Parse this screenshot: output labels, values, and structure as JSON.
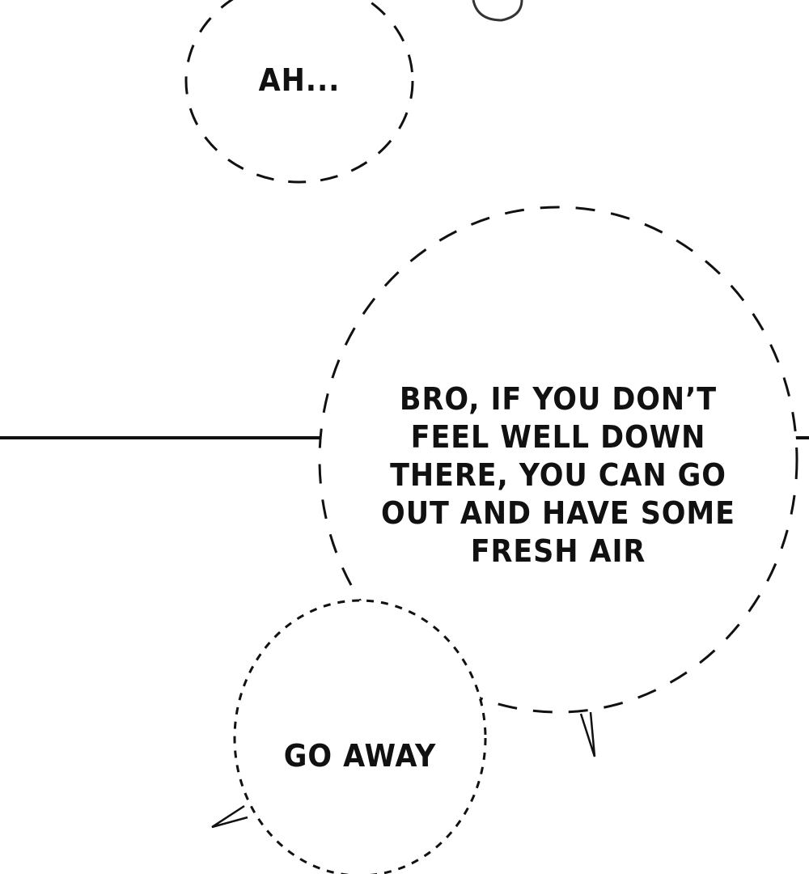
{
  "bubbles": {
    "top": {
      "text": "AH..."
    },
    "middle": {
      "lines": [
        "BRO, IF YOU DON’T",
        "FEEL WELL DOWN",
        "THERE, YOU CAN GO",
        "OUT AND HAVE SOME",
        "FRESH AIR"
      ]
    },
    "bottom": {
      "text": "GO AWAY"
    }
  },
  "colors": {
    "ink": "#111111",
    "background": "#ffffff"
  }
}
